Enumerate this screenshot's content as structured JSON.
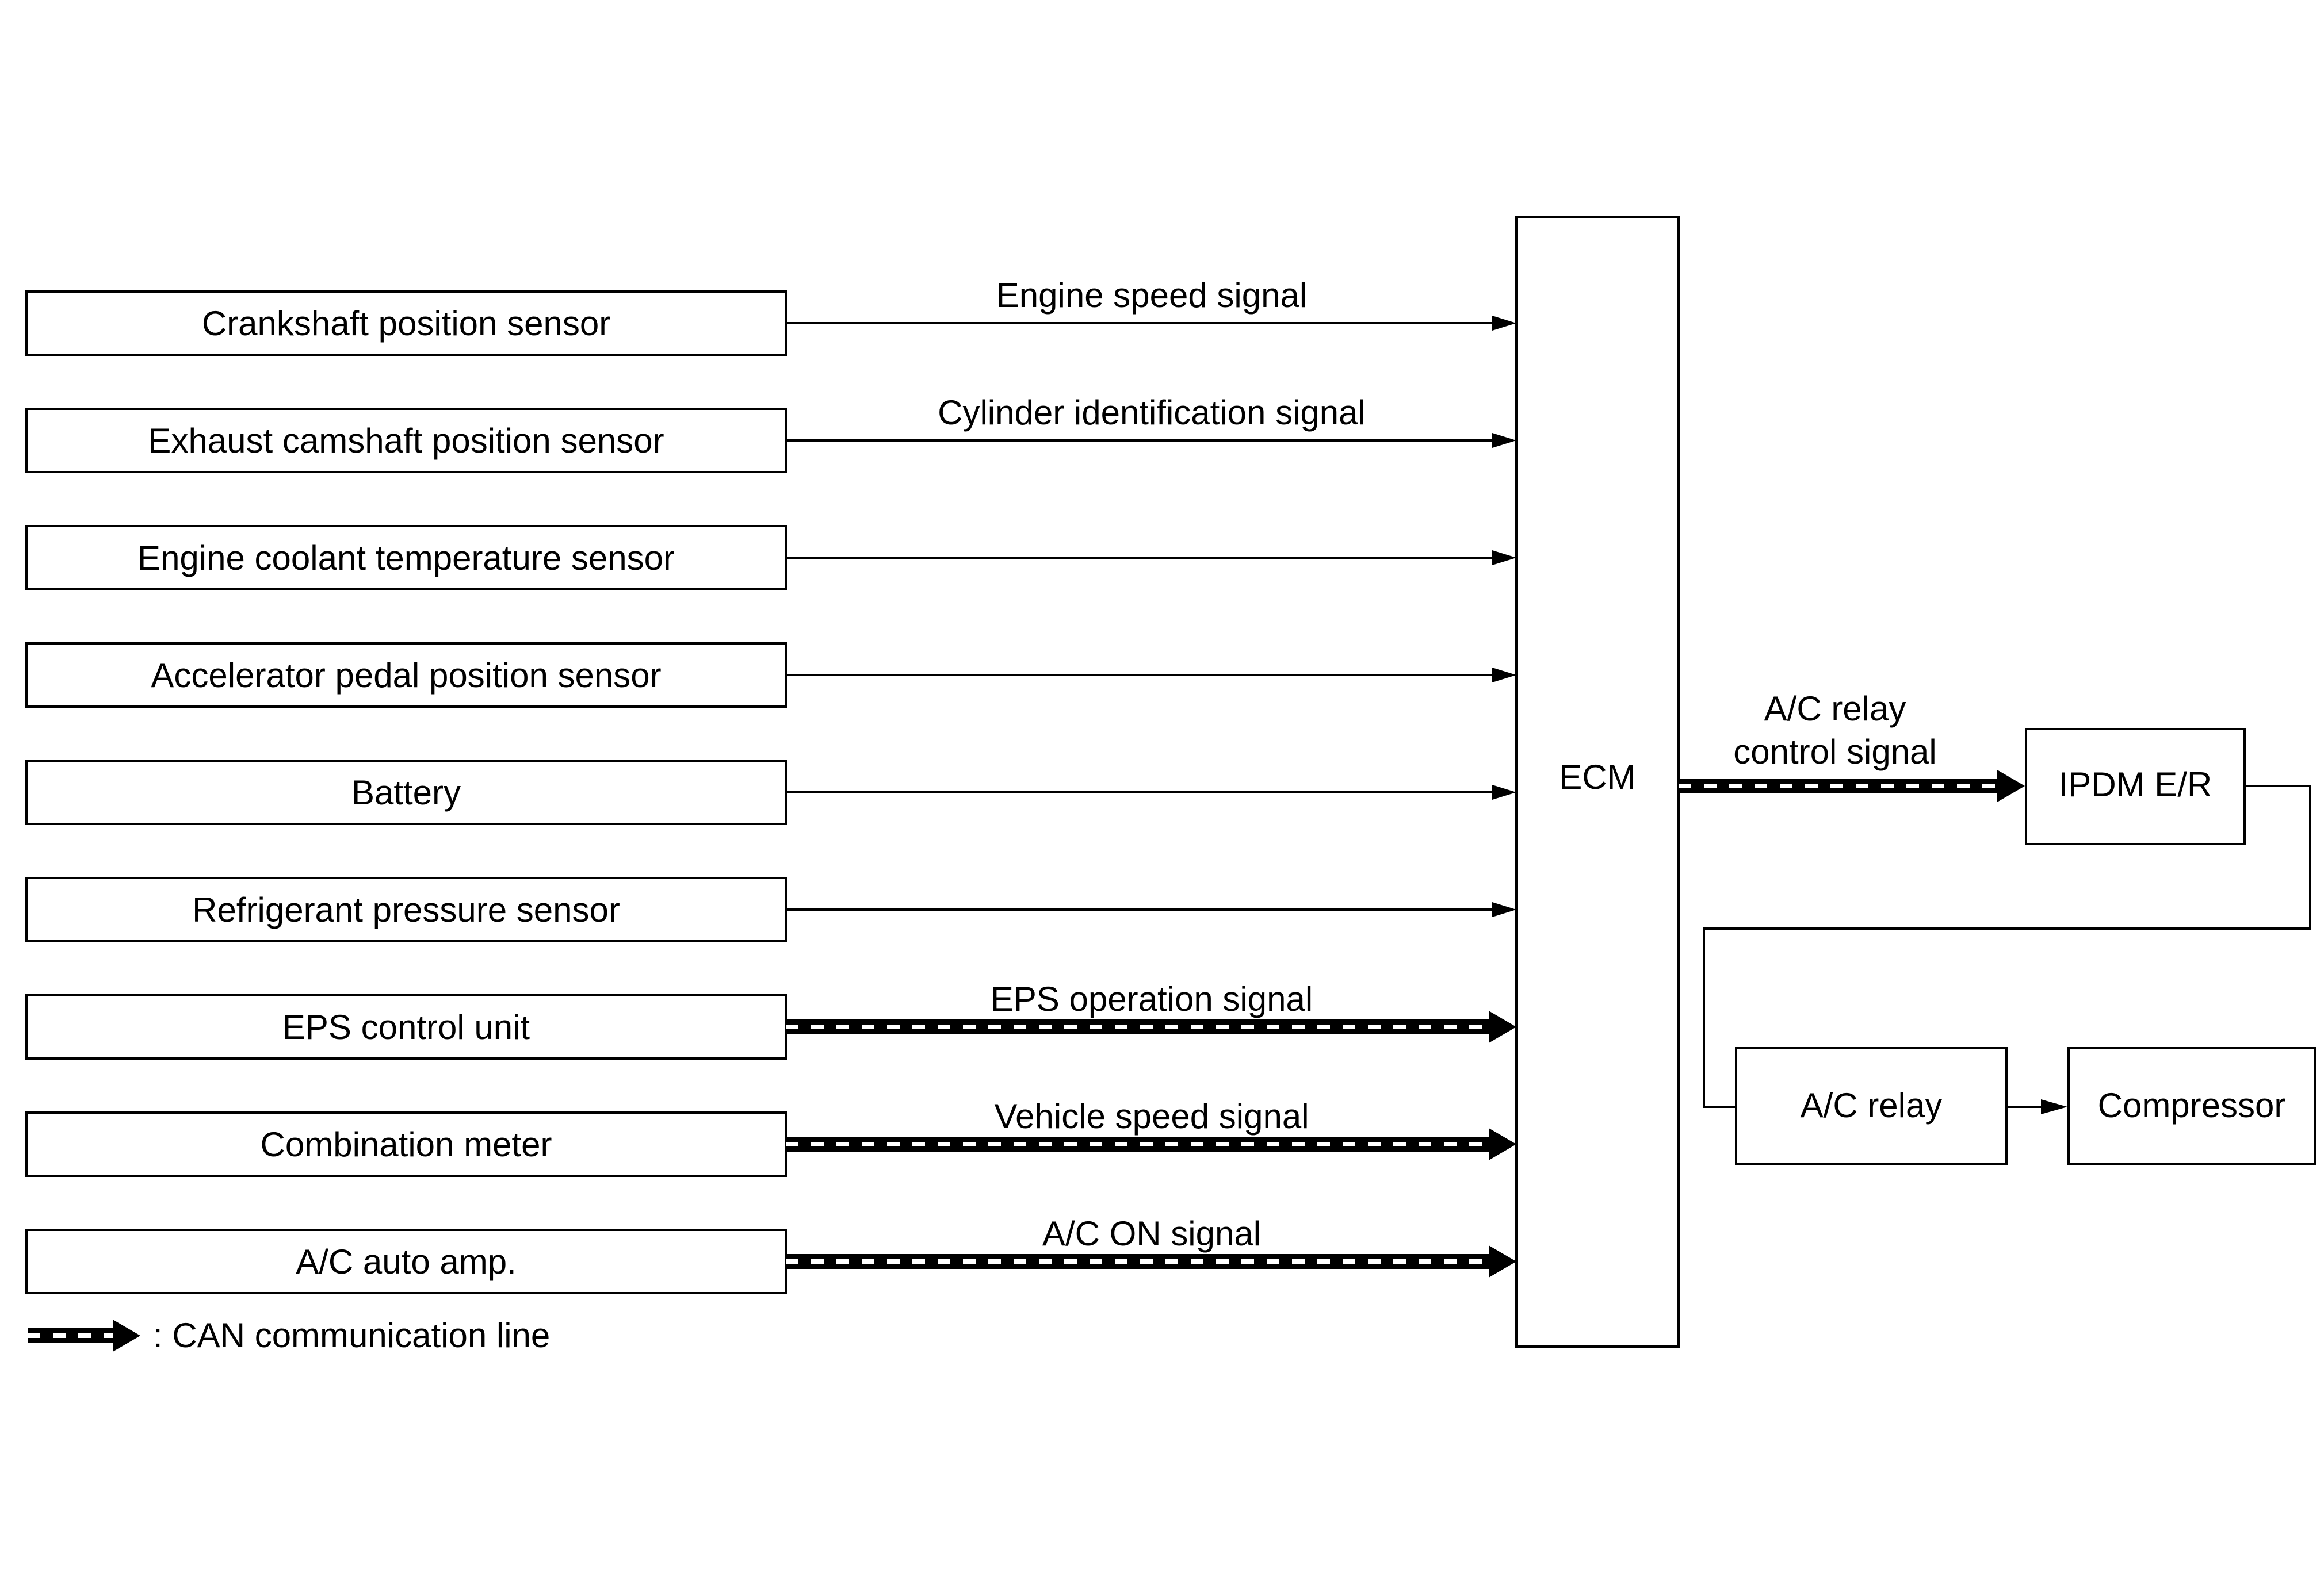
{
  "inputs": [
    {
      "label": "Crankshaft position sensor",
      "signal": "Engine speed signal",
      "can": false
    },
    {
      "label": "Exhaust camshaft position sensor",
      "signal": "Cylinder identification signal",
      "can": false
    },
    {
      "label": "Engine coolant temperature sensor",
      "signal": "",
      "can": false
    },
    {
      "label": "Accelerator pedal position sensor",
      "signal": "",
      "can": false
    },
    {
      "label": "Battery",
      "signal": "",
      "can": false
    },
    {
      "label": "Refrigerant pressure sensor",
      "signal": "",
      "can": false
    },
    {
      "label": "EPS control unit",
      "signal": "EPS operation signal",
      "can": true
    },
    {
      "label": "Combination meter",
      "signal": "Vehicle speed signal",
      "can": true
    },
    {
      "label": "A/C auto amp.",
      "signal": "A/C ON signal",
      "can": true
    }
  ],
  "ecm": {
    "label": "ECM"
  },
  "ipdm": {
    "label": "IPDM E/R"
  },
  "relay_signal": {
    "line1": "A/C relay",
    "line2": "control signal"
  },
  "ac_relay": {
    "label": "A/C relay"
  },
  "compressor": {
    "label": "Compressor"
  },
  "legend": {
    "label": ": CAN communication line"
  }
}
